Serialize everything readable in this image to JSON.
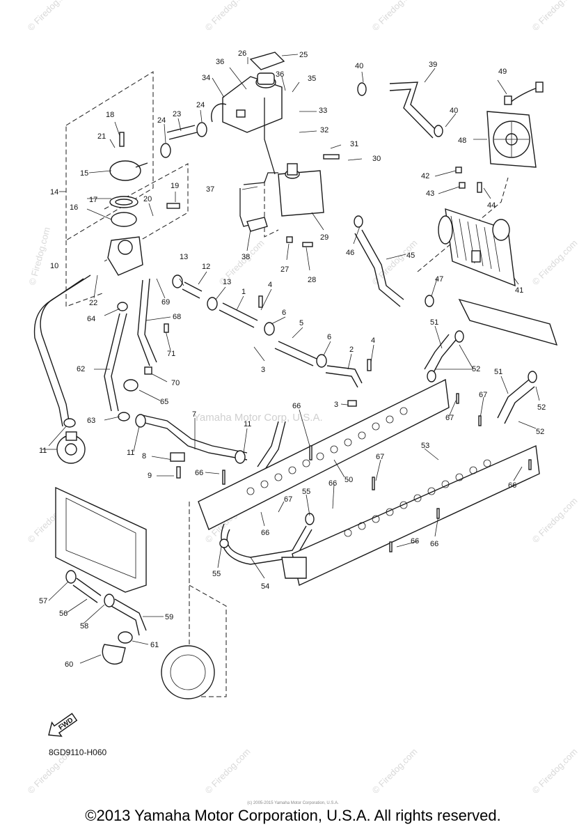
{
  "watermarks": {
    "site": "© Firedog.com",
    "center": "Yamaha Motor Corp, U.S.A."
  },
  "callouts": [
    "1",
    "2",
    "3",
    "3",
    "4",
    "4",
    "5",
    "6",
    "6",
    "7",
    "8",
    "9",
    "10",
    "11",
    "11",
    "11",
    "12",
    "13",
    "13",
    "14",
    "15",
    "16",
    "17",
    "18",
    "19",
    "20",
    "21",
    "22",
    "23",
    "24",
    "24",
    "25",
    "26",
    "27",
    "28",
    "29",
    "30",
    "31",
    "32",
    "33",
    "34",
    "35",
    "36",
    "36",
    "37",
    "38",
    "39",
    "40",
    "40",
    "41",
    "42",
    "43",
    "44",
    "45",
    "46",
    "47",
    "48",
    "49",
    "50",
    "51",
    "51",
    "52",
    "52",
    "52",
    "53",
    "54",
    "55",
    "55",
    "56",
    "57",
    "58",
    "59",
    "60",
    "61",
    "62",
    "63",
    "64",
    "65",
    "66",
    "66",
    "66",
    "66",
    "66",
    "66",
    "66",
    "67",
    "67",
    "67",
    "67",
    "68",
    "69",
    "70",
    "71"
  ],
  "fwd_label": "FWD",
  "diagram_code": "8GD9110-H060",
  "tiny_copyright": "(c) 2005-2015 Yamaha Motor Corporation, U.S.A.",
  "copyright": "©2013 Yamaha Motor Corporation, U.S.A. All rights reserved."
}
